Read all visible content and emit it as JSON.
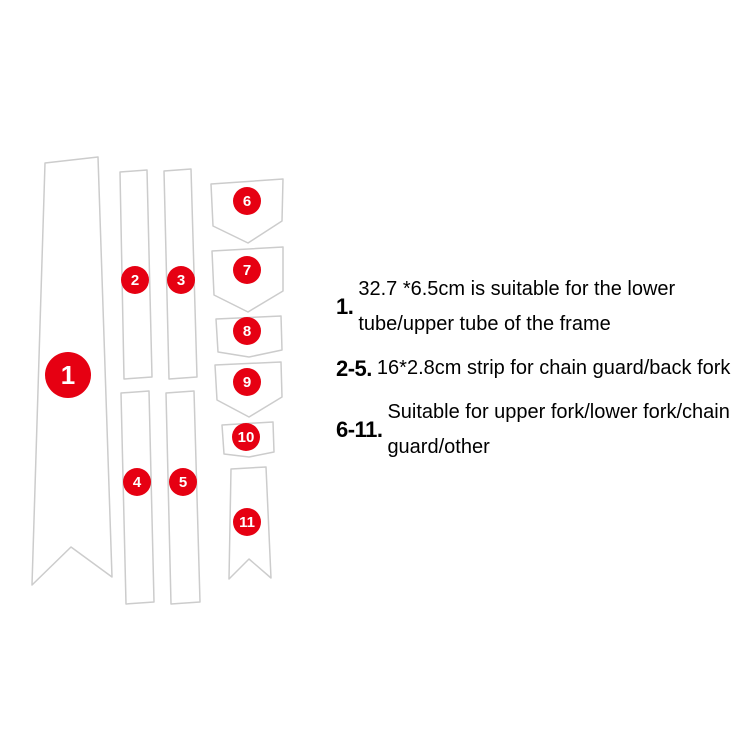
{
  "pieces": [
    {
      "number": "1"
    },
    {
      "number": "2"
    },
    {
      "number": "3"
    },
    {
      "number": "4"
    },
    {
      "number": "5"
    },
    {
      "number": "6"
    },
    {
      "number": "7"
    },
    {
      "number": "8"
    },
    {
      "number": "9"
    },
    {
      "number": "10"
    },
    {
      "number": "11"
    }
  ],
  "legend": [
    {
      "label": "1.",
      "lines": [
        "32.7 *6.5cm is suitable for the lower",
        "tube/upper tube of the frame"
      ]
    },
    {
      "label": "2-5.",
      "lines": [
        "16*2.8cm strip for chain guard/back fork"
      ]
    },
    {
      "label": "6-11.",
      "lines": [
        "Suitable for upper fork/lower fork/chain",
        "guard/other"
      ]
    }
  ],
  "colors": {
    "badge_red": "#e60012",
    "outline_gray": "#cccccc",
    "text_black": "#000000",
    "background": "#ffffff"
  }
}
